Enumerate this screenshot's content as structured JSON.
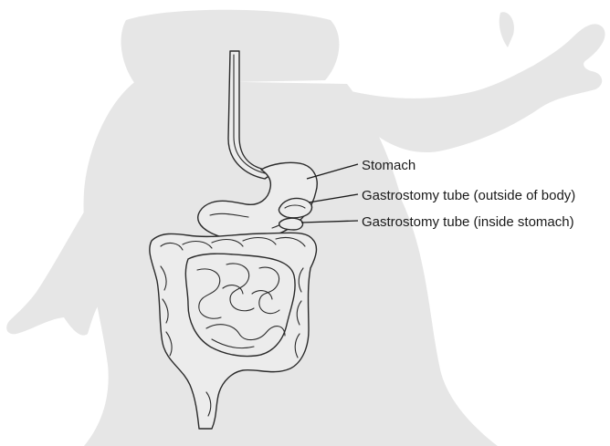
{
  "colors": {
    "background": "#ffffff",
    "body_silhouette": "#e6e6e6",
    "organ_fill": "#ececec",
    "outline": "#2a2a2a",
    "text": "#1a1a1a"
  },
  "labels": {
    "stomach": "Stomach",
    "gtube_outside": "Gastrostomy tube (outside of body)",
    "gtube_inside": "Gastrostomy tube (inside stomach)"
  },
  "icons": [
    "child-silhouette",
    "esophagus",
    "stomach",
    "large-intestine",
    "small-intestine",
    "gastrostomy-tube"
  ]
}
